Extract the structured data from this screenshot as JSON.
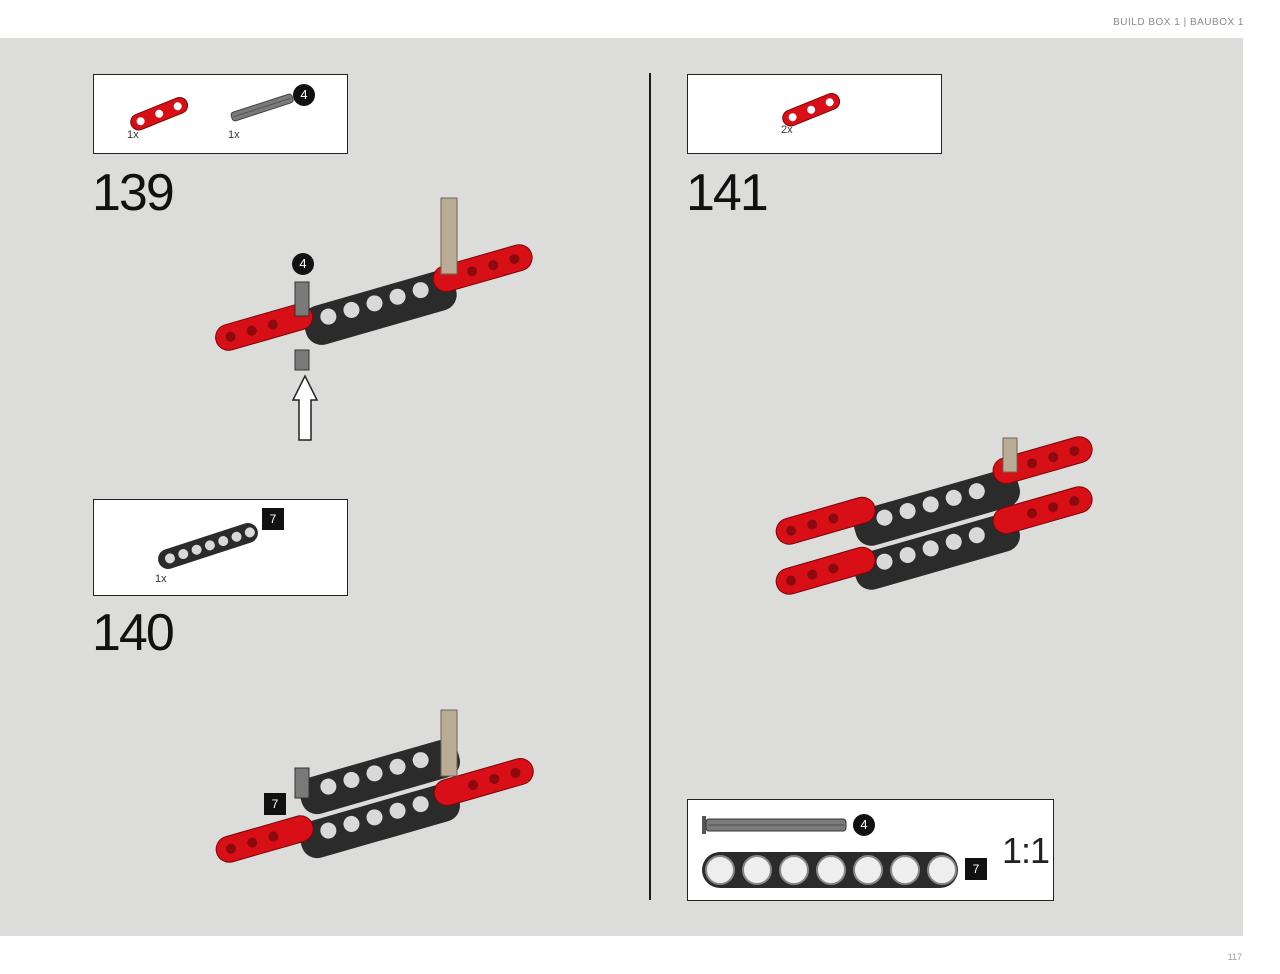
{
  "header": {
    "title": "BUILD BOX 1 | BAUBOX 1"
  },
  "steps": [
    {
      "number": "139",
      "parts": [
        {
          "name": "red-beam-3",
          "qty": "1x"
        },
        {
          "name": "gray-axle-4",
          "qty": "1x",
          "badge": "4"
        }
      ],
      "callout_badge": "4"
    },
    {
      "number": "140",
      "parts": [
        {
          "name": "black-beam-7",
          "qty": "1x",
          "badge": "7"
        }
      ],
      "callout_badge": "7"
    },
    {
      "number": "141",
      "parts": [
        {
          "name": "red-beam-3",
          "qty": "2x"
        }
      ]
    }
  ],
  "ruler": {
    "axle_badge": "4",
    "beam_badge": "7",
    "scale": "1:1"
  },
  "page": {
    "number": "117"
  },
  "colors": {
    "red": "#d80f16",
    "black": "#2b2b2b",
    "gray": "#7a7a7a",
    "tan": "#b9ab94",
    "panel": "#dcdcdb"
  }
}
